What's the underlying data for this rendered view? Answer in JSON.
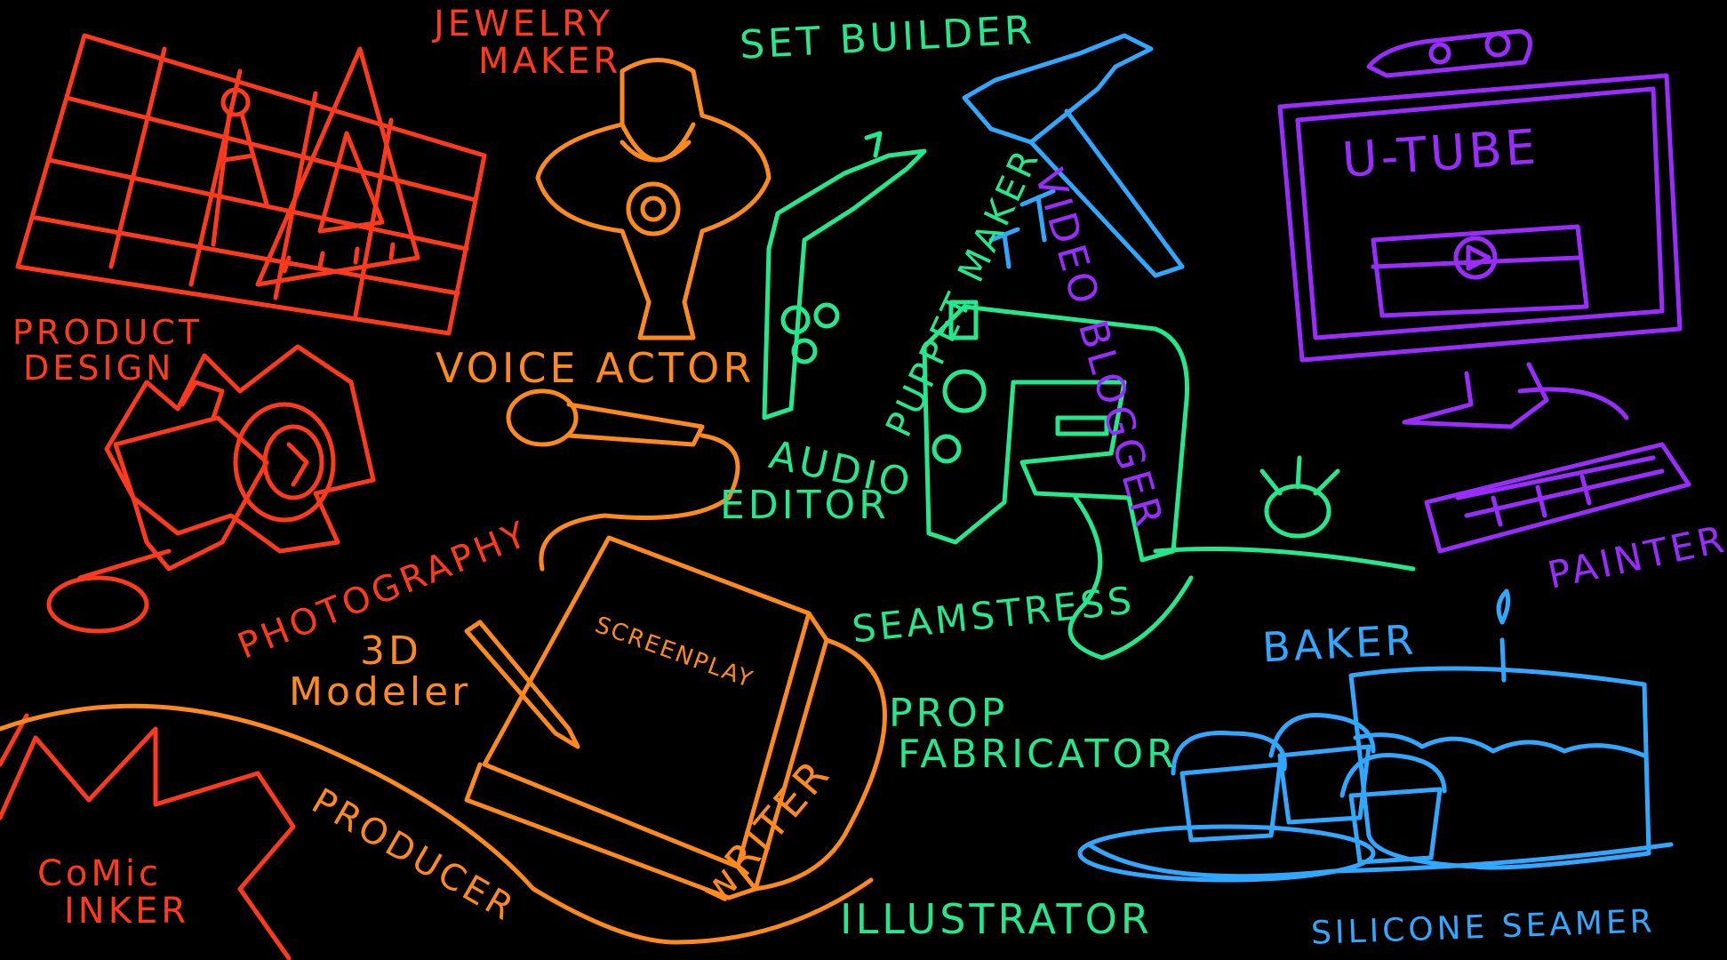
{
  "colors": {
    "background": "#000000",
    "red": "#ff3a1c",
    "orange": "#ff8a1c",
    "green": "#23e88c",
    "blue": "#31a8ff",
    "purple": "#9b2cff"
  },
  "labels": {
    "jewelry_maker": [
      "JEWELRY",
      "MAKER"
    ],
    "set_builder": "SET BUILDER",
    "video_blogger": "VIDEO BLOGGER",
    "product_design": [
      "PRODUCT",
      "DESIGN"
    ],
    "voice_actor": "VOICE ACTOR",
    "puppet_maker": "PUPPET MAKER",
    "audio_editor": [
      "AUDIO",
      "EDITOR"
    ],
    "photography": "PHOTOGRAPHY",
    "modeler_3d": [
      "3D",
      "Modeler"
    ],
    "seamstress": "SEAMSTRESS",
    "baker": "BAKER",
    "painter": "PAINTER",
    "prop_fabricator": [
      "PROP",
      "FABRICATOR"
    ],
    "producer": "PRODUCER",
    "comic_inker": [
      "CoMic",
      "INKER"
    ],
    "illustrator": "ILLUSTRATOR",
    "silicone_seamer": "SILICONE SEAMER",
    "writer": "wRITER",
    "screenplay": "SCREENPLAY",
    "u_tube": "U-TUBE"
  },
  "icons": [
    "drafting-grid-icon",
    "compass-icon",
    "triangle-ruler-icon",
    "necklace-bust-icon",
    "hammer-icon",
    "nails-icon",
    "webcam-monitor-icon",
    "play-icon",
    "keyboard-icon",
    "puppet-hand-icon",
    "sewing-machine-icon",
    "pincushion-icon",
    "camera-icon",
    "microphone-icon",
    "screenplay-book-icon",
    "pencil-icon",
    "cupcakes-icon",
    "birthday-cake-icon",
    "lightning-bolt-icon",
    "swoosh-shape-icon"
  ]
}
